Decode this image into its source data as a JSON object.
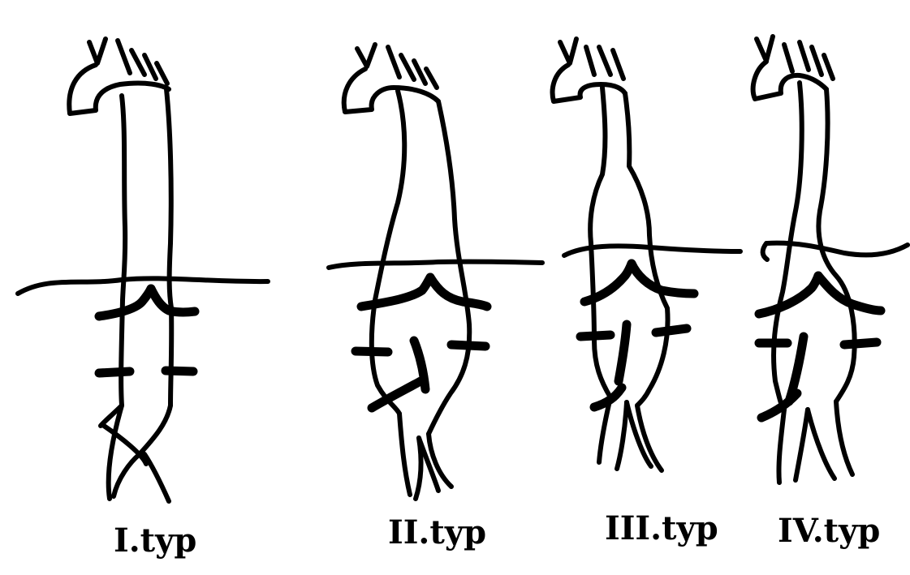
{
  "labels": [
    "I.typ",
    "II.typ",
    "III.typ",
    "IV.typ"
  ],
  "colors": {
    "ink": "#000000",
    "paper": "#ffffff"
  }
}
